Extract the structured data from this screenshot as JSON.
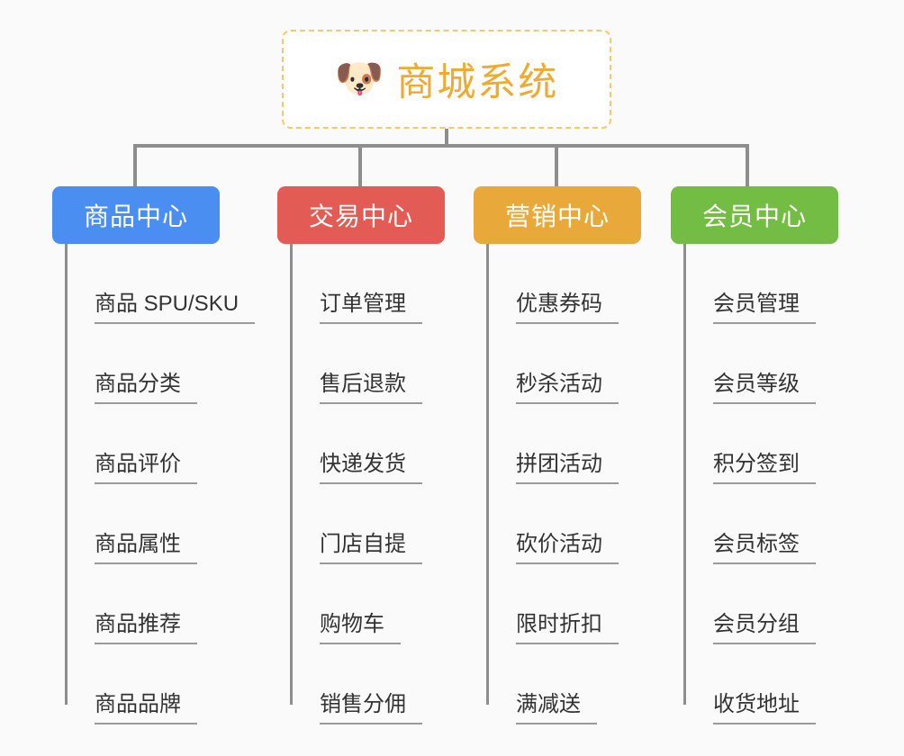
{
  "canvas": {
    "background_color": "#fafafa",
    "line_color": "#8e8e8e"
  },
  "root": {
    "icon": "dog-face-emoji",
    "icon_glyph": "🐶",
    "title": "商城系统",
    "text_color": "#eeaa33",
    "border_color": "#f5c96b",
    "background_color": "#ffffff"
  },
  "branches": [
    {
      "label": "商品中心",
      "color": "#4a8ef1",
      "leaves": [
        "商品 SPU/SKU",
        "商品分类",
        "商品评价",
        "商品属性",
        "商品推荐",
        "商品品牌"
      ]
    },
    {
      "label": "交易中心",
      "color": "#e25b54",
      "leaves": [
        "订单管理",
        "售后退款",
        "快递发货",
        "门店自提",
        "购物车",
        "销售分佣"
      ]
    },
    {
      "label": "营销中心",
      "color": "#e9a93a",
      "leaves": [
        "优惠券码",
        "秒杀活动",
        "拼团活动",
        "砍价活动",
        "限时折扣",
        "满减送"
      ]
    },
    {
      "label": "会员中心",
      "color": "#74bd44",
      "leaves": [
        "会员管理",
        "会员等级",
        "积分签到",
        "会员标签",
        "会员分组",
        "收货地址"
      ]
    }
  ]
}
